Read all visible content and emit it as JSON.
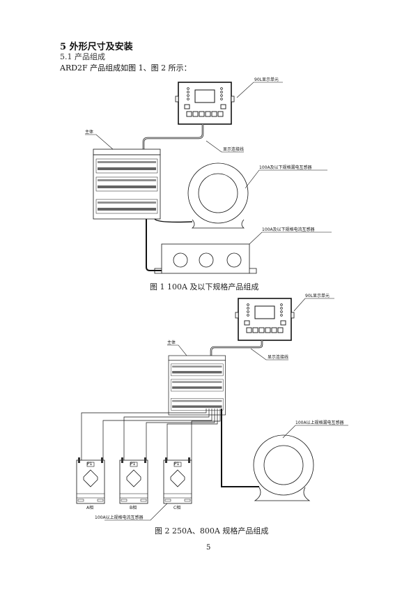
{
  "section": {
    "heading": "5  外形尺寸及安装",
    "subheading": "5.1  产品组成",
    "intro": "ARD2F 产品组成如图 1、图 2 所示："
  },
  "figure1": {
    "caption": "图 1    100A 及以下规格产品组成",
    "labels": {
      "display_unit": "90L显示单元",
      "main_body": "主体",
      "display_cable": "显示连接线",
      "leakage_transformer": "100A及以下规格漏电互感器",
      "current_transformer": "100A及以下规格电流互感器"
    }
  },
  "figure2": {
    "caption": "图 2    250A、800A 规格产品组成",
    "labels": {
      "display_unit": "90L显示单元",
      "main_body": "主体",
      "display_cable": "显示连接线",
      "leakage_transformer": "100A以上规格漏电互感器",
      "current_transformer": "100A以上规格电流互感器",
      "ct_mark": "P1",
      "phase_a": "A相",
      "phase_b": "B相",
      "phase_c": "C相"
    }
  },
  "page_number": "5"
}
